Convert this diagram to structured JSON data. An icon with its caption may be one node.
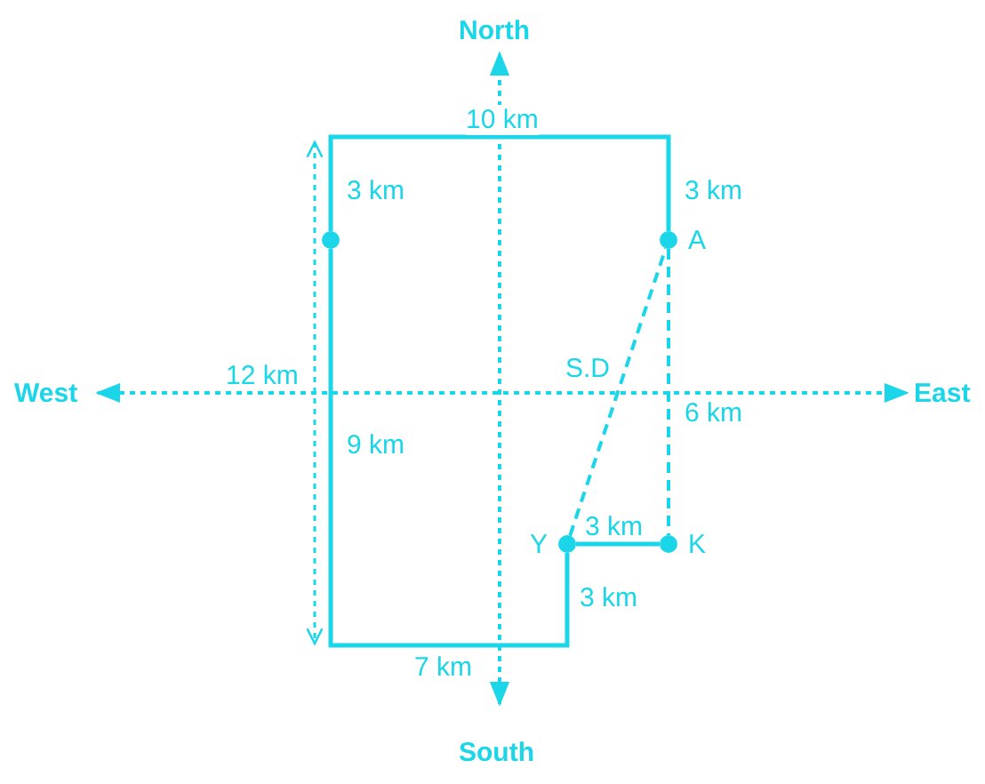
{
  "diagram": {
    "nodes": [
      {
        "text": [],
        "shape": "circle"
      },
      {
        "text": [
          "A"
        ]
      },
      {
        "text": [
          "Y"
        ]
      },
      {
        "text": [
          "K"
        ]
      }
    ],
    "edges": [
      {
        "from": 0,
        "to": 1,
        "arrow": "none"
      },
      {
        "from": 1,
        "to": 3,
        "arrow": "none",
        "style": "dashed",
        "label": "6 km"
      },
      {
        "from": 3,
        "to": 2,
        "arrow": "none",
        "label": "3 km"
      },
      {
        "from": 2,
        "to": 0,
        "arrow": "none"
      },
      {
        "from": 2,
        "to": 1,
        "arrow": "none",
        "style": "dashed",
        "label": "S.D"
      }
    ],
    "labels": [
      "North",
      "10 km",
      "3 km",
      "3 km",
      "West",
      "12 km",
      "East",
      "9 km",
      "3 km",
      "7 km",
      "South"
    ]
  }
}
